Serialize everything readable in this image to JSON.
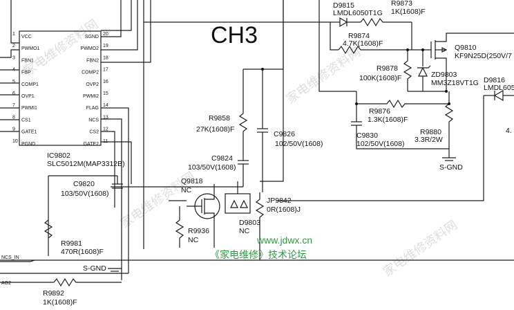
{
  "page_heading": "CH3",
  "ic": {
    "ref": "IC9802",
    "part": "SLC5012M(MAP3312B)",
    "left_pins": [
      {
        "num": "1",
        "name": "VCC"
      },
      {
        "num": "2",
        "name": "PWMO1"
      },
      {
        "num": "3",
        "name": "FBN1"
      },
      {
        "num": "4",
        "name": "FBP"
      },
      {
        "num": "5",
        "name": "COMP1"
      },
      {
        "num": "6",
        "name": "OVP1"
      },
      {
        "num": "7",
        "name": "PWMI1"
      },
      {
        "num": "8",
        "name": "CS1"
      },
      {
        "num": "9",
        "name": "GATE1"
      },
      {
        "num": "10",
        "name": "PGND"
      }
    ],
    "right_pins": [
      {
        "num": "20",
        "name": "SGND"
      },
      {
        "num": "19",
        "name": "PWMO2"
      },
      {
        "num": "18",
        "name": "FBN2"
      },
      {
        "num": "17",
        "name": "COMP2"
      },
      {
        "num": "16",
        "name": "OVP2"
      },
      {
        "num": "15",
        "name": "PWMI2"
      },
      {
        "num": "14",
        "name": "FLAG"
      },
      {
        "num": "13",
        "name": "NCS"
      },
      {
        "num": "12",
        "name": "CS2"
      },
      {
        "num": "11",
        "name": "GATE2"
      }
    ]
  },
  "parts": {
    "D9815_ref": "D9815",
    "D9815_val": "LMDL6050T1G",
    "R9873_ref": "R9873",
    "R9873_val": "1K(1608)F",
    "R9874_ref": "R9874",
    "R9874_val": "4.7K(1608)F",
    "Q9810_ref": "Q9810",
    "Q9810_val": "KF9N25D(250V/7",
    "R9878_ref": "R9878",
    "R9878_val": "100K(1608)F",
    "ZD9803_ref": "ZD9803",
    "ZD9803_val": "MM3Z18VT1G",
    "D9816_ref": "D9816",
    "D9816_val": "LMDL605",
    "R9876_ref": "R9876",
    "R9876_val": "1.3K(1608)F",
    "C9830_ref": "C9830",
    "C9830_val": "102/50V(1608)",
    "R9880_ref": "R9880",
    "R9880_val": "3.3R/2W",
    "SGND_right": "S-GND",
    "R9858_ref": "R9858",
    "R9858_val": "27K(1608)F",
    "C9826_ref": "C9826",
    "C9826_val": "102/50V(1608)",
    "C9824_ref": "C9824",
    "C9824_val": "103/50V(1608)",
    "Q9818_ref": "Q9818",
    "Q9818_val": "NC",
    "C9820_ref": "C9820",
    "C9820_val": "103/50V(1608)",
    "R9936_ref": "R9936",
    "R9936_val": "NC",
    "D9803_ref": "D9803",
    "D9803_val": "NC",
    "JP9842_ref": "JP9842",
    "JP9842_val": "0R(1608)J",
    "R9981_ref": "R9981",
    "R9981_val": "470R(1608)F",
    "SGND_left": "S-GND",
    "R9892_ref": "R9892",
    "R9892_val": "1K(1608)F",
    "edge_4_3": "4.",
    "net_ncs_in": "NCS_IN",
    "net_flag": "AG2"
  },
  "watermark": {
    "url": "www.jdwx.cn",
    "forum": "《家电维修》技术论坛"
  }
}
